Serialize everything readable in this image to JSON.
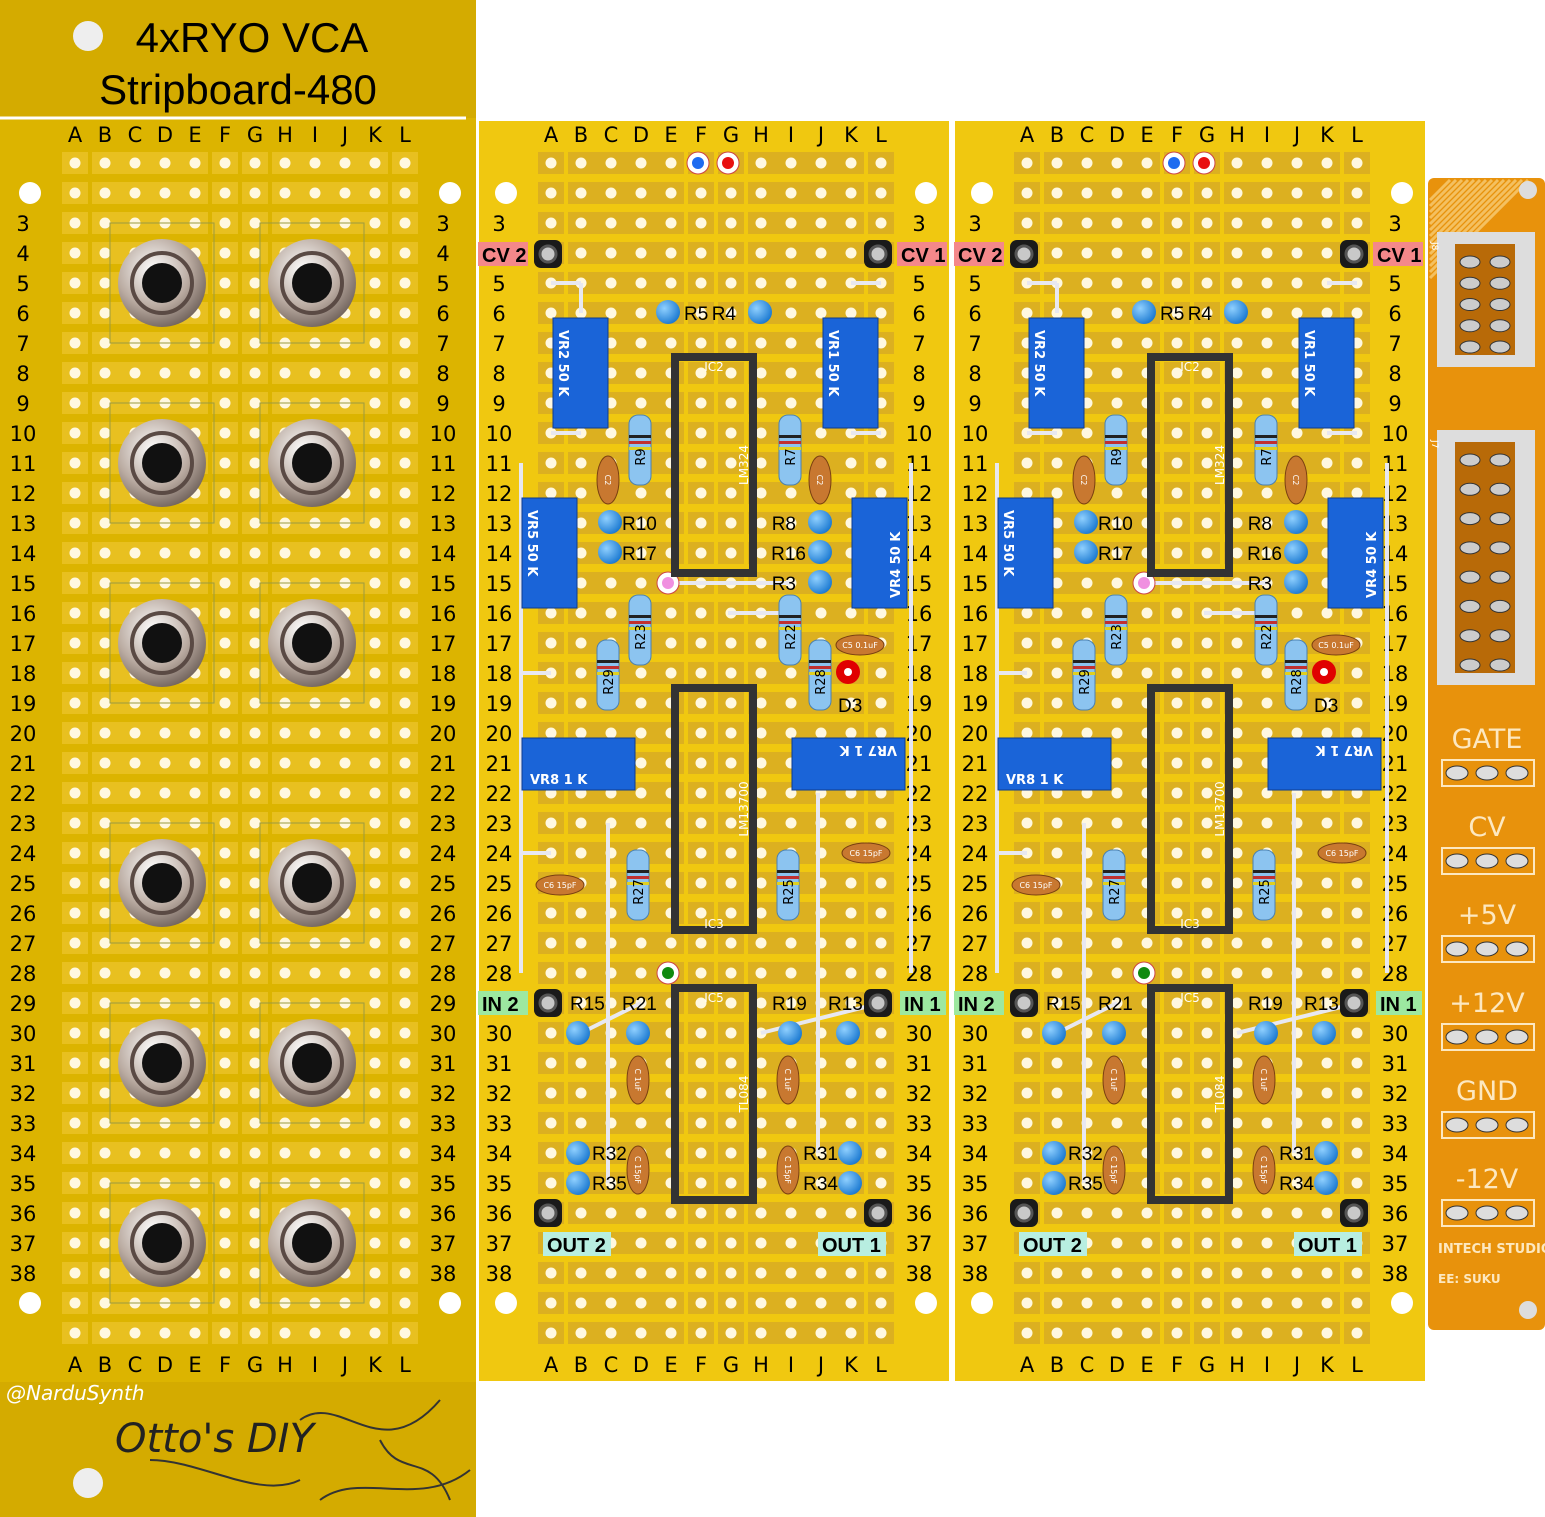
{
  "panel": {
    "title": "4xRYO VCA",
    "subtitle": "Stripboard-480",
    "credit": "@NarduSynth",
    "logo": "Otto's DIY",
    "jack_count": 12
  },
  "columns": [
    "A",
    "B",
    "C",
    "D",
    "E",
    "F",
    "G",
    "H",
    "I",
    "J",
    "K",
    "L"
  ],
  "rows": [
    "3",
    "4",
    "5",
    "6",
    "7",
    "8",
    "9",
    "10",
    "11",
    "12",
    "13",
    "14",
    "15",
    "16",
    "17",
    "18",
    "19",
    "20",
    "21",
    "22",
    "23",
    "24",
    "25",
    "26",
    "27",
    "28",
    "29",
    "30",
    "31",
    "32",
    "33",
    "34",
    "35",
    "36",
    "37",
    "38"
  ],
  "board": {
    "jacks": {
      "cv2": "CV 2",
      "cv1": "CV 1",
      "in2": "IN 2",
      "in1": "IN 1",
      "out2": "OUT 2",
      "out1": "OUT 1"
    },
    "ics": [
      {
        "ref": "IC2",
        "part": "LM324"
      },
      {
        "ref": "IC3",
        "part": "LM13700"
      },
      {
        "ref": "IC5",
        "part": "TL084"
      }
    ],
    "trimpots": [
      "VR2 50 K",
      "VR1 50 K",
      "VR5 50 K",
      "VR4 50 K",
      "VR8 1 K",
      "VR7 1 K"
    ],
    "axial_resistors": [
      "R9",
      "R7",
      "R23",
      "R22",
      "R29",
      "R28",
      "R27",
      "R25"
    ],
    "standing_resistors": [
      "R5",
      "R4",
      "R10",
      "R17",
      "R8",
      "R16",
      "R3",
      "R15",
      "R21",
      "R19",
      "R13",
      "R32",
      "R35",
      "R31",
      "R34"
    ],
    "capacitors": [
      "C2",
      "C2",
      "C5 0.1uF",
      "C6 15pF",
      "C6 15pF",
      "C 1uF",
      "C 1uF",
      "C 15pF",
      "C 15pF"
    ],
    "diode": "D3"
  },
  "busboard": {
    "headers": [
      "J8",
      "J7"
    ],
    "rails": [
      "GATE",
      "CV",
      "+5V",
      "+12V",
      "GND",
      "-12V"
    ],
    "maker": "INTECH STUDIO",
    "designer": "EE: SUKU"
  },
  "colors": {
    "panel": "#d4ab00",
    "board": "#f0c810",
    "strip": "#dcb020",
    "trimpot": "#1a64d8",
    "bus": "#e8920c",
    "cv_label": "#f4888a",
    "in_label": "#9de8a0",
    "out_label": "#b8eee0"
  }
}
